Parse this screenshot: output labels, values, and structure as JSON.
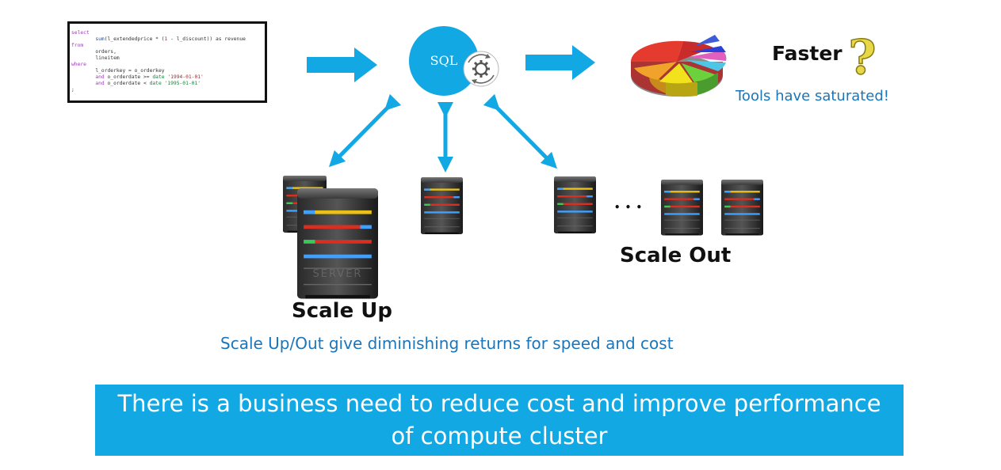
{
  "code": {
    "lines": [
      [
        {
          "t": "select",
          "c": "kw"
        }
      ],
      [
        {
          "t": "        ",
          "c": ""
        },
        {
          "t": "sum",
          "c": "fn"
        },
        {
          "t": "(l_extendedprice * (",
          "c": ""
        },
        {
          "t": "1",
          "c": "st"
        },
        {
          "t": " - l_discount)) as revenue",
          "c": ""
        }
      ],
      [
        {
          "t": "from",
          "c": "kw"
        }
      ],
      [
        {
          "t": "        orders,",
          "c": ""
        }
      ],
      [
        {
          "t": "        lineitem",
          "c": ""
        }
      ],
      [
        {
          "t": "where",
          "c": "kw"
        }
      ],
      [
        {
          "t": "        l_orderkey = o_orderkey",
          "c": ""
        }
      ],
      [
        {
          "t": "        ",
          "c": ""
        },
        {
          "t": "and",
          "c": "kw"
        },
        {
          "t": " o_orderdate >= ",
          "c": ""
        },
        {
          "t": "date",
          "c": "op"
        },
        {
          "t": " '1994-01-01'",
          "c": "st"
        }
      ],
      [
        {
          "t": "        ",
          "c": ""
        },
        {
          "t": "and",
          "c": "kw"
        },
        {
          "t": " o_orderdate < ",
          "c": ""
        },
        {
          "t": "date",
          "c": "op"
        },
        {
          "t": " '1995-01-01'",
          "c": "op"
        }
      ],
      [
        {
          "t": ";",
          "c": ""
        }
      ]
    ]
  },
  "sql_node": {
    "label": "SQL"
  },
  "result": {
    "faster": "Faster",
    "question_mark": "?",
    "saturated": "Tools have saturated!"
  },
  "scale_up": {
    "label": "Scale Up"
  },
  "scale_out": {
    "label": "Scale Out",
    "ellipsis": "• • •"
  },
  "server_text": "SERVER",
  "diminishing": "Scale Up/Out give diminishing returns for speed and cost",
  "banner": {
    "line1": "There is a business need to reduce cost and improve performance",
    "line2": "of compute cluster"
  },
  "colors": {
    "arrow": "#12a8e4",
    "banner": "#12a8e4",
    "caption": "#1c75b8",
    "sql_circle": "#12a8e4"
  },
  "icons": [
    "gear-icon",
    "pie-chart-icon",
    "question-mark-icon",
    "server-icon"
  ]
}
